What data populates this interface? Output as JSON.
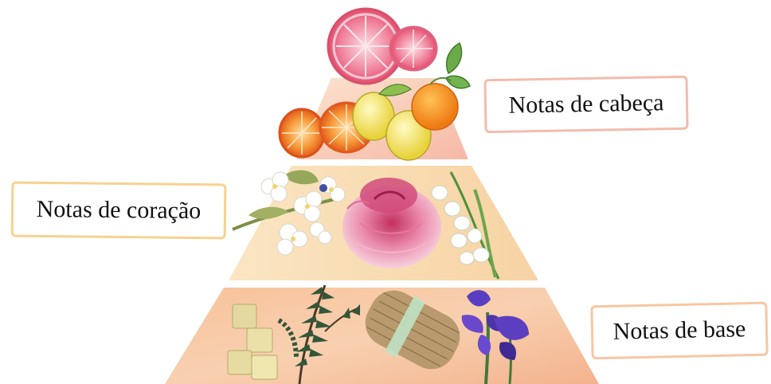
{
  "labels": {
    "top": "Notas de cabeça",
    "middle": "Notas de coração",
    "base": "Notas de base"
  },
  "colors": {
    "tier_top": "#f7c9b4",
    "tier_middle": "#f7dcae",
    "tier_base": "#f6c8a3",
    "border_top": "#f3bcae",
    "border_middle": "#f6d28f",
    "border_base": "#f6c7a3"
  },
  "icons": {
    "top_tier": [
      "grapefruit-icon",
      "orange-icon",
      "lemon-icon",
      "mandarin-icon",
      "leaf-icon"
    ],
    "middle_tier": [
      "jasmine-icon",
      "rose-icon",
      "lily-of-the-valley-icon"
    ],
    "base_tier": [
      "resin-cubes-icon",
      "cedar-branch-icon",
      "vetiver-bundle-icon",
      "iris-icon"
    ]
  }
}
